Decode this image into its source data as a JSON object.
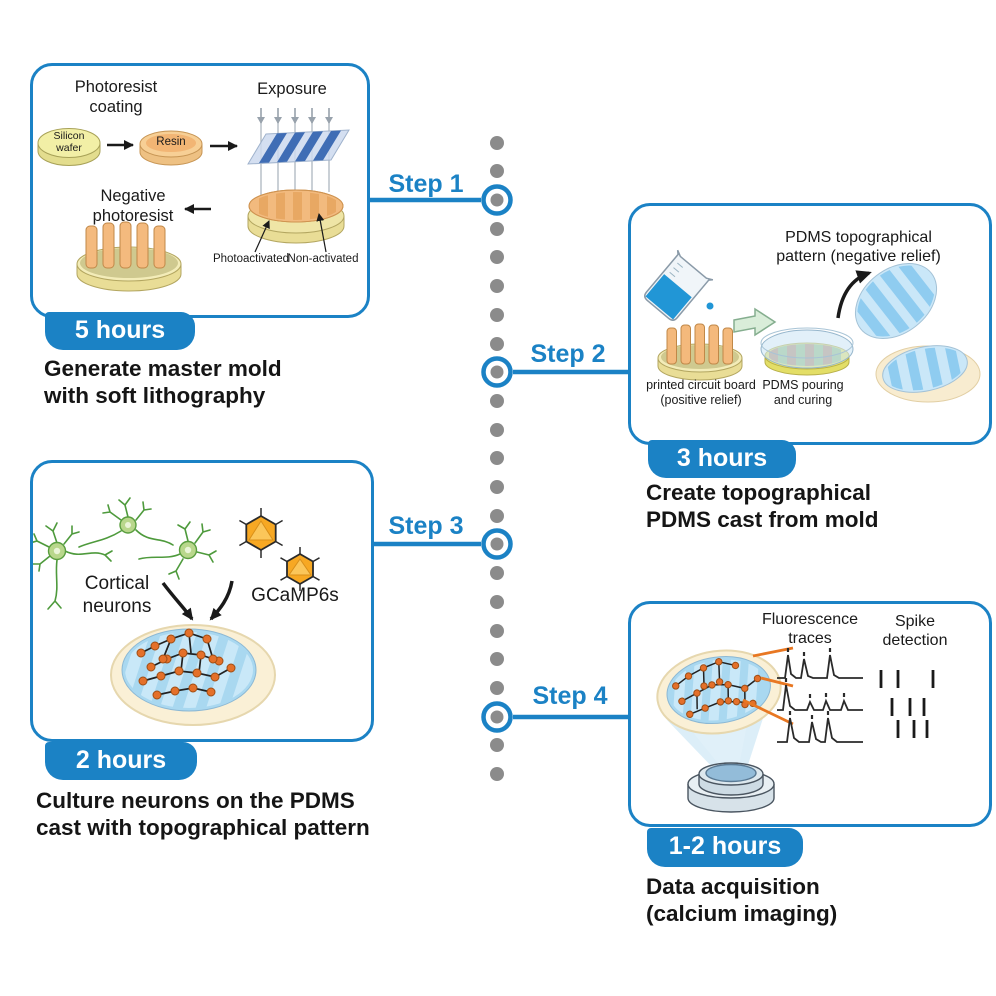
{
  "figure": {
    "type": "protocol-timeline",
    "colors": {
      "accent_blue": "#1b82c5",
      "timeline_dot_gray": "#8b8b8b",
      "text_black": "#1a1a1a",
      "badge_text": "#ffffff",
      "pdms_blue": "#a9d8f0",
      "pdms_stripe_blue": "#8fccf0",
      "resin_orange": "#f2ba7e",
      "wafer_yellow": "#f2efa6",
      "dish_beige": "#faf0d6",
      "virus_orange": "#f7a823",
      "neuron_green": "#5a9e3f",
      "roi_orange": "#e87722",
      "liquid_blue": "#2196d6",
      "mask_blue": "#3f6db5"
    }
  },
  "steps": [
    {
      "label": "Step 1",
      "duration": "5 hours",
      "caption": "Generate master mold\nwith soft lithography"
    },
    {
      "label": "Step 2",
      "duration": "3 hours",
      "caption": "Create topographical\nPDMS cast from mold"
    },
    {
      "label": "Step 3",
      "duration": "2 hours",
      "caption": "Culture neurons on the PDMS\ncast with topographical pattern"
    },
    {
      "label": "Step 4",
      "duration": "1-2 hours",
      "caption": "Data acquisition\n(calcium imaging)"
    }
  ],
  "panel1": {
    "photoresist_coating": "Photoresist\ncoating",
    "exposure": "Exposure",
    "silicon_wafer": "Silicon\nwafer",
    "resin": "Resin",
    "negative_photoresist": "Negative\nphotoresist",
    "photoactivated": "Photoactivated",
    "non_activated": "Non-activated"
  },
  "panel2": {
    "pdms_pattern": "PDMS topographical\npattern (negative relief)",
    "pcb": "printed circuit board\n(positive relief)",
    "pouring": "PDMS pouring\nand curing"
  },
  "panel3": {
    "cortical_neurons": "Cortical\nneurons",
    "gcamp": "GCaMP6s"
  },
  "panel4": {
    "fluorescence_traces": "Fluorescence\ntraces",
    "spike_detection": "Spike\ndetection"
  }
}
